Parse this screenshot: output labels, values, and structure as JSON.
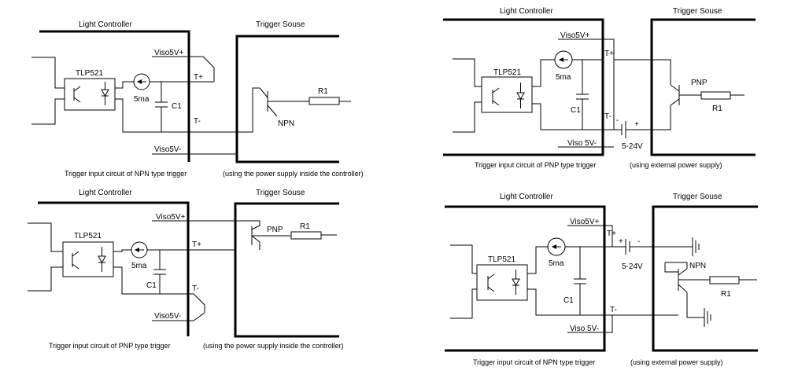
{
  "colors": {
    "line": "#000000",
    "background": "#ffffff"
  },
  "panels": [
    {
      "id": "npn-internal",
      "controller_title": "Light Controller",
      "trigger_title": "Trigger Souse",
      "opto_label": "TLP521",
      "current_label": "5ma",
      "cap_label": "C1",
      "resistor_label": "R1",
      "transistor_label": "NPN",
      "vplus_label": "Viso5V+",
      "vminus_label": "Viso5V-",
      "tplus_label": "T+",
      "tminus_label": "T-",
      "caption_left": "Trigger input circuit of NPN type trigger",
      "caption_right": "(using the power supply  inside the controller)"
    },
    {
      "id": "pnp-external",
      "controller_title": "Light Controller",
      "trigger_title": "Trigger Souse",
      "opto_label": "TLP521",
      "current_label": "5ma",
      "cap_label": "C1",
      "resistor_label": "R1",
      "transistor_label": "PNP",
      "vplus_label": "Viso5V+",
      "vminus_label": "Viso 5V-",
      "tplus_label": "T+",
      "tminus_label": "T-",
      "supply_label": "5-24V",
      "minus_sign": "-",
      "plus_sign": "+",
      "caption_left": "Trigger input circuit of PNP type trigger",
      "caption_right": "(using external power supply)"
    },
    {
      "id": "pnp-internal",
      "controller_title": "Light Controller",
      "trigger_title": "Trigger Souse",
      "opto_label": "TLP521",
      "current_label": "5ma",
      "cap_label": "C1",
      "resistor_label": "R1",
      "transistor_label": "PNP",
      "vplus_label": "Viso5V+",
      "vminus_label": "Viso5V-",
      "tplus_label": "T+",
      "tminus_label": "T-",
      "caption_left": "Trigger input circuit of PNP type trigger",
      "caption_right": "(using the power supply inside the controller)"
    },
    {
      "id": "npn-external",
      "controller_title": "Light Controller",
      "trigger_title": "Trigger Souse",
      "opto_label": "TLP521",
      "current_label": "5ma",
      "cap_label": "C1",
      "resistor_label": "R1",
      "transistor_label": "NPN",
      "vplus_label": "Viso5V+",
      "vminus_label": "Viso 5V-",
      "tplus_label": "T+",
      "tminus_label": "T-",
      "supply_label": "5-24V",
      "plus_sign": "+",
      "minus_sign": "-",
      "caption_left": "Trigger input circuit of NPN type trigger",
      "caption_right": "(using external power supply)"
    }
  ]
}
